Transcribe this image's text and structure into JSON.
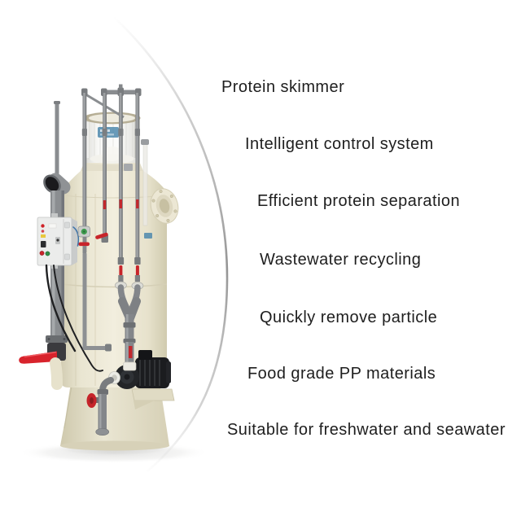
{
  "page": {
    "background": "#ffffff",
    "description_of_visual": "Protein skimmer product infographic"
  },
  "features": {
    "items": [
      "Protein skimmer",
      "Intelligent control system",
      "Efficient protein separation",
      "Wastewater recycling",
      "Quickly remove particle",
      "Food grade PP materials",
      "Suitable for freshwater and seawater"
    ]
  },
  "colors": {
    "text_color": "#1e1e1e",
    "curve_gray": "#929292",
    "tank_cream": "#eee9d8",
    "pipe_gray": "#8b8e91",
    "accent_red": "#c8242a",
    "pump_black": "#1b1c1f",
    "control_box_white": "#ebeceb",
    "label_blue": "#4e88ad"
  }
}
